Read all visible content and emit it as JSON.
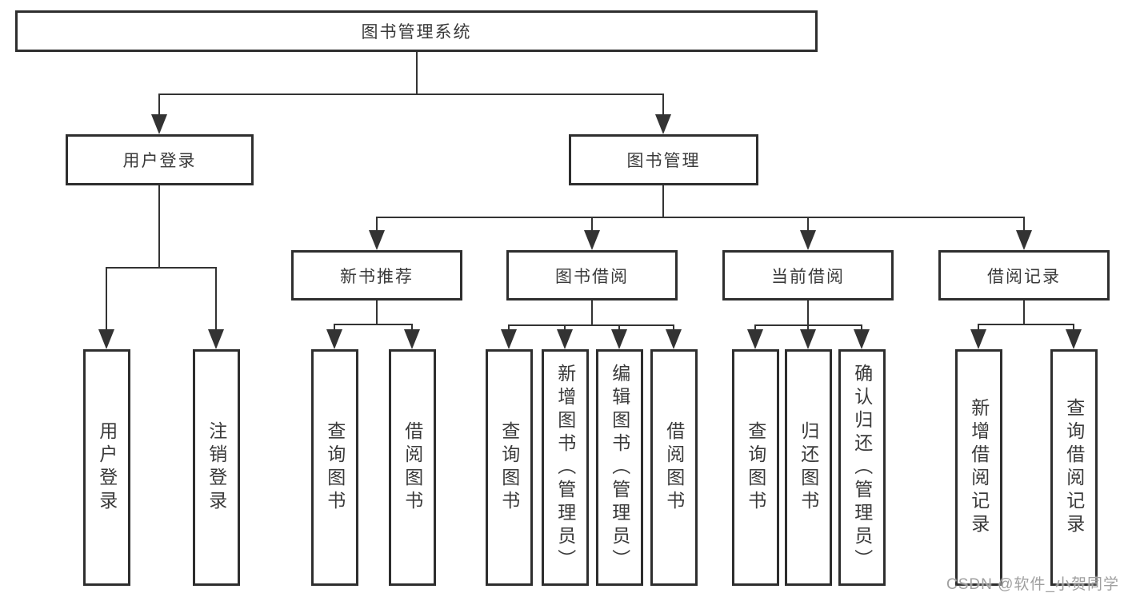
{
  "tree": {
    "root": {
      "label": "图书管理系统"
    },
    "branches": [
      {
        "label": "用户登录",
        "children": [
          {
            "label": "用户登录"
          },
          {
            "label": "注销登录"
          }
        ]
      },
      {
        "label": "图书管理",
        "children": [
          {
            "label": "新书推荐",
            "children": [
              {
                "label": "查询图书"
              },
              {
                "label": "借阅图书"
              }
            ]
          },
          {
            "label": "图书借阅",
            "children": [
              {
                "label": "查询图书"
              },
              {
                "label": "新增图书（管理员）"
              },
              {
                "label": "编辑图书（管理员）"
              },
              {
                "label": "借阅图书"
              }
            ]
          },
          {
            "label": "当前借阅",
            "children": [
              {
                "label": "查询图书"
              },
              {
                "label": "归还图书"
              },
              {
                "label": "确认归还（管理员）"
              }
            ]
          },
          {
            "label": "借阅记录",
            "children": [
              {
                "label": "新增借阅记录"
              },
              {
                "label": "查询借阅记录"
              }
            ]
          }
        ]
      }
    ]
  },
  "watermark": "CSDN @软件_小贺同学",
  "colors": {
    "line": "#333333",
    "border": "#2e2e2e",
    "box_background": "#ffffff",
    "text": "#3a3a3a",
    "watermark": "#9f9f9f"
  }
}
